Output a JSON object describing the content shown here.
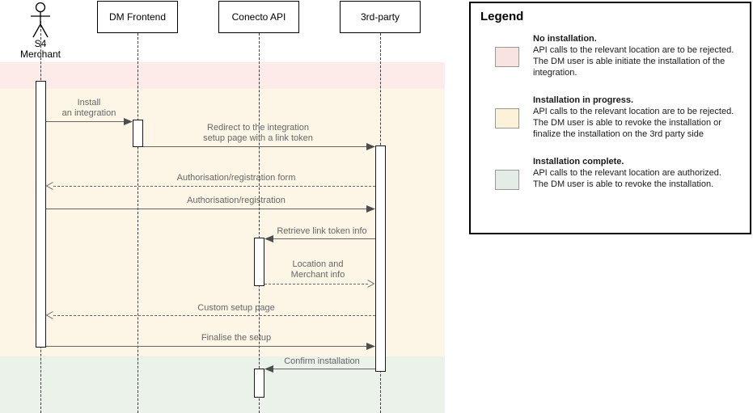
{
  "colors": {
    "no_installation_band": "#fcebe9",
    "in_progress_band": "#fdf6e6",
    "complete_band": "#eaf2ea",
    "no_installation_swatch": "#f9e3e1",
    "in_progress_swatch": "#fcf2da",
    "complete_swatch": "#e3ede5",
    "message_line": "#666666",
    "arrowhead": "#4d4d4d"
  },
  "diagram": {
    "participants": [
      {
        "name": "S4 Merchant",
        "kind": "actor"
      },
      {
        "name": "DM Frontend",
        "kind": "box"
      },
      {
        "name": "Conecto API",
        "kind": "box"
      },
      {
        "name": "3rd-party",
        "kind": "box"
      }
    ],
    "messages": [
      {
        "from": "S4 Merchant",
        "to": "DM Frontend",
        "style": "solid",
        "label": [
          "Install",
          "an integration"
        ]
      },
      {
        "from": "DM Frontend",
        "to": "3rd-party",
        "style": "solid",
        "label": [
          "Redirect to the integration",
          "setup page with a link token"
        ]
      },
      {
        "from": "3rd-party",
        "to": "S4 Merchant",
        "style": "dashed",
        "label": [
          "Authorisation/registration form"
        ]
      },
      {
        "from": "S4 Merchant",
        "to": "3rd-party",
        "style": "solid",
        "label": [
          "Authorisation/registration"
        ]
      },
      {
        "from": "3rd-party",
        "to": "Conecto API",
        "style": "solid",
        "label": [
          "Retrieve link token info"
        ]
      },
      {
        "from": "Conecto API",
        "to": "3rd-party",
        "style": "dashed",
        "label": [
          "Location and",
          "Merchant info"
        ]
      },
      {
        "from": "3rd-party",
        "to": "S4 Merchant",
        "style": "dashed",
        "label": [
          "Custom setup page"
        ]
      },
      {
        "from": "S4 Merchant",
        "to": "3rd-party",
        "style": "solid",
        "label": [
          "Finalise the setup"
        ]
      },
      {
        "from": "3rd-party",
        "to": "Conecto API",
        "style": "solid",
        "label": [
          "Confirm installation"
        ]
      }
    ]
  },
  "legend": {
    "title": "Legend",
    "items": [
      {
        "title": "No installation.",
        "lines": [
          "API calls to the relevant location are to be rejected.",
          "The DM user is able initiate the installation of the integration."
        ]
      },
      {
        "title": "Installation in progress.",
        "lines": [
          "API calls to the relevant location are to be rejected.",
          "The DM user is able to revoke the installation or finalize the installation on the 3rd party side"
        ]
      },
      {
        "title": "Installation complete.",
        "lines": [
          "API calls to the relevant location are authorized.",
          "The DM user is able to revoke the installation."
        ]
      }
    ]
  }
}
